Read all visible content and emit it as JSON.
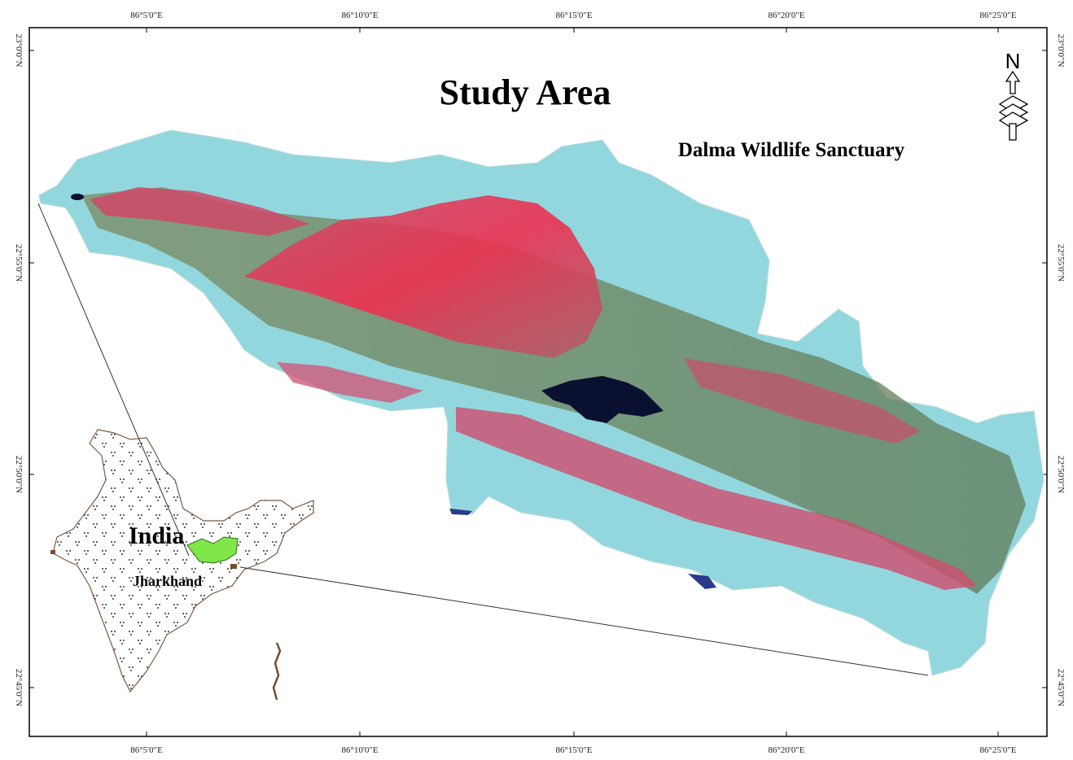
{
  "map": {
    "title": "Study Area",
    "subtitle": "Dalma Wildlife Sanctuary",
    "inset_country_label": "India",
    "inset_state_label": "Jharkhand",
    "north_arrow_letter": "N",
    "top_longitude_labels": [
      "86°5'0\"E",
      "86°10'0\"E",
      "86°15'0\"E",
      "86°20'0\"E",
      "86°25'0\"E"
    ],
    "bottom_longitude_labels": [
      "86°5'0\"E",
      "86°10'0\"E",
      "86°15'0\"E",
      "86°20'0\"E",
      "86°25'0\"E"
    ],
    "left_latitude_labels": [
      "23°0'0\"N",
      "22°55'0\"N",
      "22°50'0\"N",
      "22°45'0\"N"
    ],
    "right_latitude_labels": [
      "23°0'0\"N",
      "22°55'0\"N",
      "22°50'0\"N",
      "22°45'0\"N"
    ]
  },
  "colors": {
    "vegetation_red": "#e0405a",
    "terrain_green": "#7a8a5a",
    "built_up_cyan": "#8fd8e0",
    "water_dark": "#0a1030",
    "jharkhand_green": "#7fe64a",
    "frame": "#000000"
  }
}
